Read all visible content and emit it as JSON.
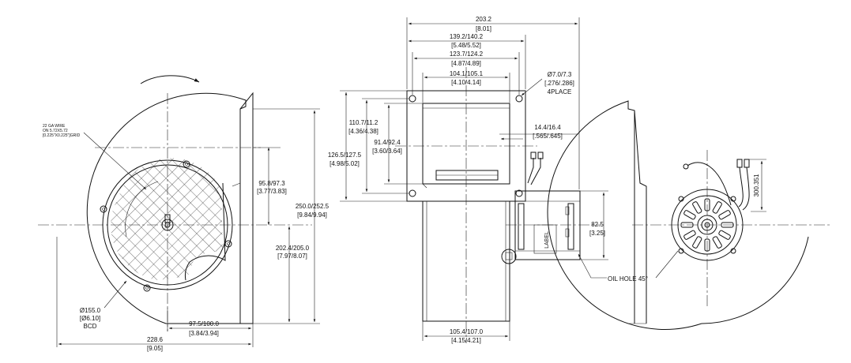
{
  "colors": {
    "line": "#111111",
    "background": "#ffffff"
  },
  "left_view": {
    "wire_note": [
      "22 GA WIRE",
      "ON 5.72X5.72",
      "[0.225\"X0.225\"]GRID"
    ],
    "dim_inlet_h": [
      "95.8/97.3",
      "[3.77/3.83]"
    ],
    "dim_height_center": [
      "202.4/205.0",
      "[7.97/8.07]"
    ],
    "dim_height_total": [
      "250.0/252.5",
      "[9.84/9.94]"
    ],
    "dim_width_center": [
      "97.5/100.0",
      "[3.84/3.94]"
    ],
    "dim_width_total": [
      "228.6",
      "[9.05]"
    ],
    "bcd": [
      "Ø155.0",
      "[Ø6.10]",
      "BCD"
    ]
  },
  "middle_view": {
    "dim_total_w": [
      "203.2",
      "[8.01]"
    ],
    "dim_flange_w": [
      "139.2/140.2",
      "[5.48/5.52]"
    ],
    "dim_holes_w": [
      "123.7/124.2",
      "[4.87/4.89]"
    ],
    "dim_opening_w": [
      "104.1/105.1",
      "[4.10/4.14]"
    ],
    "dim_hole_dia": [
      "Ø7.0/7.3",
      "[.276/.286]",
      "4PLACE"
    ],
    "dim_opening_h": [
      "110.7/11.2",
      "[4.36/4.38]"
    ],
    "dim_inner_h": [
      "91.4/92.4",
      "[3.60/3.64]"
    ],
    "dim_flange_h": [
      "126.5/127.5",
      "[4.98/5.02]"
    ],
    "dim_offset": [
      "14.4/16.4",
      "[.565/.645]"
    ],
    "dim_motor": [
      "82.5",
      "[3.25]"
    ],
    "dim_bottom_w": [
      "105.4/107.0",
      "[4.15/4.21]"
    ],
    "motor_label": "LABEL",
    "oil_hole": "OIL HOLE 45°"
  },
  "right_view": {
    "dim_wire": "300.351"
  }
}
